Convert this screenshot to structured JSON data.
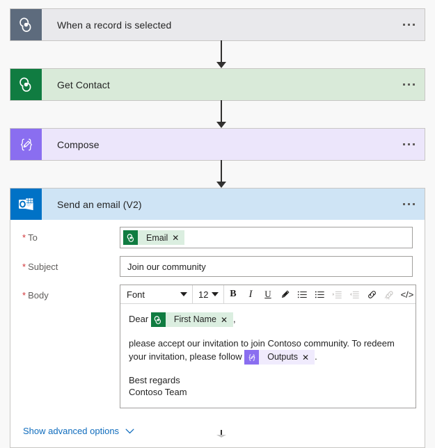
{
  "flow": {
    "steps": [
      {
        "id": "trigger",
        "title": "When a record is selected",
        "icon": "dataverse-icon",
        "menu": "more-commands"
      },
      {
        "id": "get-contact",
        "title": "Get Contact",
        "icon": "dataverse-icon",
        "menu": "more-commands"
      },
      {
        "id": "compose",
        "title": "Compose",
        "icon": "compose-icon",
        "menu": "more-commands"
      },
      {
        "id": "send-email",
        "title": "Send an email (V2)",
        "icon": "outlook-icon",
        "menu": "more-commands"
      }
    ]
  },
  "send_email": {
    "fields": {
      "to": {
        "label": "To",
        "required_mark": "*",
        "token": {
          "label": "Email",
          "remove": "✕",
          "icon": "dataverse-icon"
        }
      },
      "subject": {
        "label": "Subject",
        "required_mark": "*",
        "value": "Join our community"
      },
      "body": {
        "label": "Body",
        "required_mark": "*"
      }
    },
    "toolbar": {
      "font_name": "Font",
      "font_size": "12",
      "bold": "B",
      "italic": "I",
      "underline": "U",
      "text_color": "text-color",
      "numbered_list": "numbered-list",
      "bulleted_list": "bulleted-list",
      "indent_increase": "indent-increase",
      "indent_decrease": "indent-decrease",
      "link": "insert-link",
      "unlink": "remove-link",
      "code_view": "</>"
    },
    "body_content": {
      "greeting_prefix": "Dear",
      "greeting_token": {
        "label": "First Name",
        "remove": "✕",
        "icon": "dataverse-icon"
      },
      "greeting_suffix": ",",
      "paragraph_start": "please accept our invitation to join Contoso community. To redeem your invitation, please follow",
      "paragraph_token": {
        "label": "Outputs",
        "remove": "✕",
        "icon": "compose-icon"
      },
      "paragraph_end": ".",
      "signature_line1": "Best regards",
      "signature_line2": "Contoso Team"
    },
    "advanced_options": {
      "label": "Show advanced options",
      "chevron": "chevron-down-icon"
    }
  },
  "colors": {
    "trigger_header": "#e9e9ec",
    "trigger_icon": "#5d6b7d",
    "dataverse_header": "#d9ead9",
    "dataverse_icon": "#107c41",
    "compose_header": "#ece6fb",
    "compose_icon": "#8a6ef0",
    "outlook_header": "#cfe4f5",
    "outlook_icon": "#0072c6",
    "link": "#0f6cbd",
    "required": "#d13438"
  }
}
